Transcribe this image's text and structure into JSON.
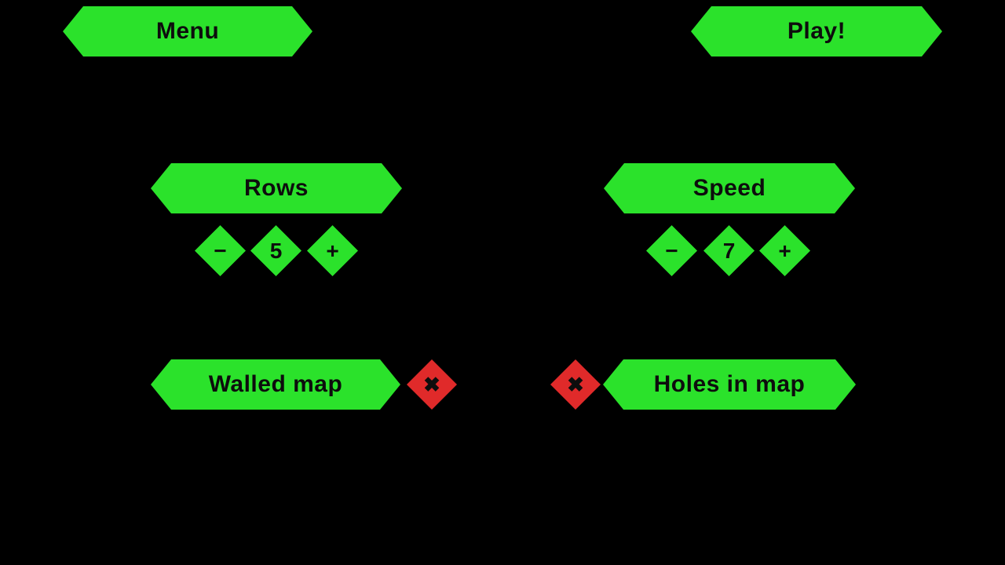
{
  "colors": {
    "background": "#000000",
    "green": "#2be22b",
    "red": "#e02a2a",
    "text": "#0d0d0d"
  },
  "top_bar": {
    "menu_button": "Menu",
    "play_button": "Play!"
  },
  "settings": {
    "rows": {
      "label": "Rows",
      "value": "5",
      "decrease_label": "−",
      "increase_label": "+"
    },
    "speed": {
      "label": "Speed",
      "value": "7",
      "decrease_label": "−",
      "increase_label": "+"
    },
    "walled_map": {
      "label": "Walled map",
      "toggle_icon": "✖",
      "state": "off"
    },
    "holes_in_map": {
      "label": "Holes in map",
      "toggle_icon": "✖",
      "state": "off"
    }
  }
}
